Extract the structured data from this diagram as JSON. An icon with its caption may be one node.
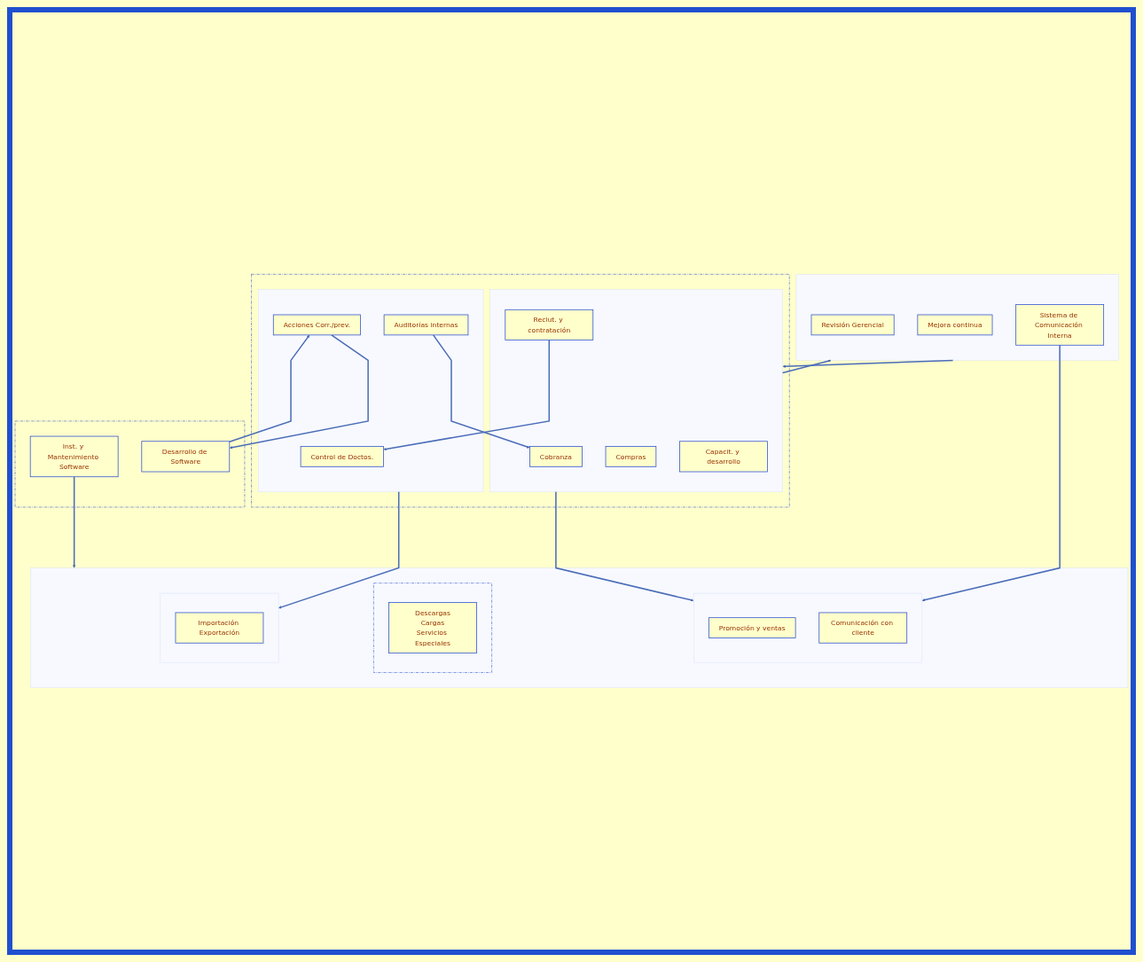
{
  "diagram": {
    "nodes": [
      {
        "text": [],
        "shape": "box"
      },
      {
        "text": [
          "Revisión Gerencial"
        ],
        "in": 0
      },
      {
        "text": [
          "Mejora continua"
        ],
        "in": 0
      },
      {
        "text": [
          "Sistema de Comunicación Interna"
        ],
        "in": 0
      },
      {
        "text": [],
        "shape": "box"
      },
      {
        "text": [],
        "shape": "box",
        "in": 4
      },
      {
        "text": [
          "Compras"
        ],
        "in": 5
      },
      {
        "text": [
          "Capacit. y desarrollo"
        ],
        "in": 5
      },
      {
        "text": [
          "Cobranza"
        ],
        "in": 5
      },
      {
        "text": [
          "Reclut. y contratación"
        ],
        "in": 5
      },
      {
        "text": [],
        "shape": "box",
        "in": 4
      },
      {
        "text": [
          "Auditorías internas"
        ],
        "in": 10
      },
      {
        "text": [
          "Control de Doctos."
        ],
        "in": 10
      },
      {
        "text": [
          "Acciones Corr./prev."
        ],
        "in": 10
      },
      {
        "text": [],
        "shape": "box"
      },
      {
        "text": [],
        "shape": "box",
        "in": 14
      },
      {
        "text": [
          "Promoción y ventas"
        ],
        "in": 15
      },
      {
        "text": [
          "Comunicación con cliente"
        ],
        "in": 15
      },
      {
        "text": [],
        "shape": "box",
        "in": 14
      },
      {
        "text": [
          "Descargas",
          "Cargas",
          "Servicios Especiales"
        ],
        "in": 18
      },
      {
        "text": [],
        "shape": "box",
        "in": 14
      },
      {
        "text": [
          "Importación Exportación"
        ],
        "in": 20
      },
      {
        "text": [],
        "shape": "box"
      },
      {
        "text": [
          "Desarrollo de Software"
        ],
        "in": 22
      },
      {
        "text": [
          "Inst. y Mantenimiento Software"
        ],
        "in": 22
      }
    ],
    "edges": [
      {
        "from": 5,
        "to": 0,
        "arrow": "to"
      },
      {
        "from": 0,
        "to": 5,
        "arrow": "to"
      },
      {
        "from": 3,
        "to": 15,
        "arrow": "to"
      },
      {
        "from": 5,
        "to": 15,
        "arrow": "to"
      },
      {
        "from": 11,
        "to": 8,
        "arrow": "to"
      },
      {
        "from": 9,
        "to": 12,
        "arrow": "to"
      },
      {
        "from": 10,
        "to": 20,
        "arrow": "to"
      },
      {
        "from": 23,
        "to": 13,
        "arrow": "to"
      },
      {
        "from": 13,
        "to": 23,
        "arrow": "to"
      },
      {
        "from": 24,
        "to": 14,
        "arrow": "to"
      }
    ]
  }
}
